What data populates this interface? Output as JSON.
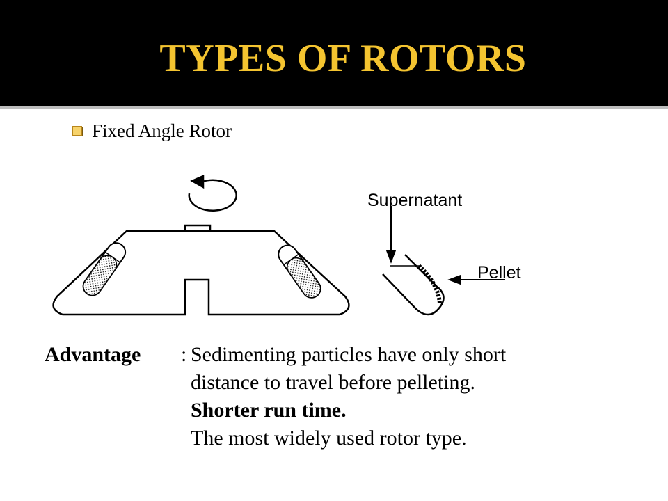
{
  "slide": {
    "title": "TYPES OF ROTORS",
    "bullet": "Fixed Angle Rotor",
    "colors": {
      "title_text": "#F4C430",
      "title_bar": "#000000",
      "body_bg": "#FFFFFF",
      "bullet_marker": "#F7D36B"
    }
  },
  "diagram": {
    "labels": {
      "supernatant": "Supernatant",
      "pellet": "Pellet"
    },
    "icons": [
      "rotation-arrow-icon",
      "arrow-icon"
    ]
  },
  "advantage": {
    "label": "Advantage",
    "separator": ":",
    "lines": [
      "Sedimenting particles have only short",
      "distance to travel before pelleting.",
      "Shorter run time.",
      "The most widely used rotor type."
    ]
  }
}
